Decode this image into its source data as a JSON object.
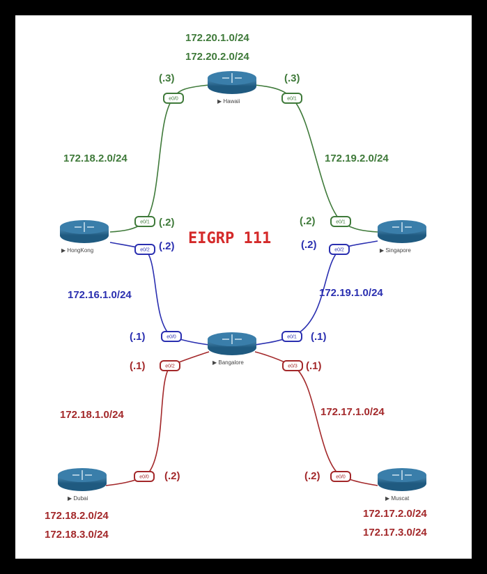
{
  "title": "EIGRP 111",
  "colors": {
    "green": "#3f7a3a",
    "blue": "#2a2fb0",
    "red": "#a3282a",
    "router": "#2f6e96"
  },
  "routers": {
    "hawaii": {
      "label": "Hawaii",
      "networks": [
        "172.20.1.0/24",
        "172.20.2.0/24"
      ]
    },
    "hongkong": {
      "label": "HongKong"
    },
    "singapore": {
      "label": "Singapore"
    },
    "bangalore": {
      "label": "Bangalore"
    },
    "dubai": {
      "label": "Dubai",
      "networks": [
        "172.18.2.0/24",
        "172.18.3.0/24"
      ]
    },
    "muscat": {
      "label": "Muscat",
      "networks": [
        "172.17.2.0/24",
        "172.17.3.0/24"
      ]
    }
  },
  "links": {
    "hawaii_hongkong": {
      "subnet": "172.18.2.0/24",
      "hawaii_host": "(.3)",
      "hongkong_host": "(.2)",
      "hawaii_if": "e0/0",
      "hongkong_if": "e0/1"
    },
    "hawaii_singapore": {
      "subnet": "172.19.2.0/24",
      "hawaii_host": "(.3)",
      "singapore_host": "(.2)",
      "hawaii_if": "e0/1",
      "singapore_if": "e0/1"
    },
    "hongkong_bangalore": {
      "subnet": "172.16.1.0/24",
      "hongkong_host": "(.2)",
      "bangalore_host": "(.1)",
      "hongkong_if": "e0/2",
      "bangalore_if": "e0/0"
    },
    "singapore_bangalore": {
      "subnet": "172.19.1.0/24",
      "singapore_host": "(.2)",
      "bangalore_host": "(.1)",
      "singapore_if": "e0/2",
      "bangalore_if": "e0/1"
    },
    "bangalore_dubai": {
      "subnet": "172.18.1.0/24",
      "bangalore_host": "(.1)",
      "dubai_host": "(.2)",
      "bangalore_if": "e0/2",
      "dubai_if": "e0/0"
    },
    "bangalore_muscat": {
      "subnet": "172.17.1.0/24",
      "bangalore_host": "(.1)",
      "muscat_host": "(.2)",
      "bangalore_if": "e0/3",
      "muscat_if": "e0/0"
    }
  }
}
